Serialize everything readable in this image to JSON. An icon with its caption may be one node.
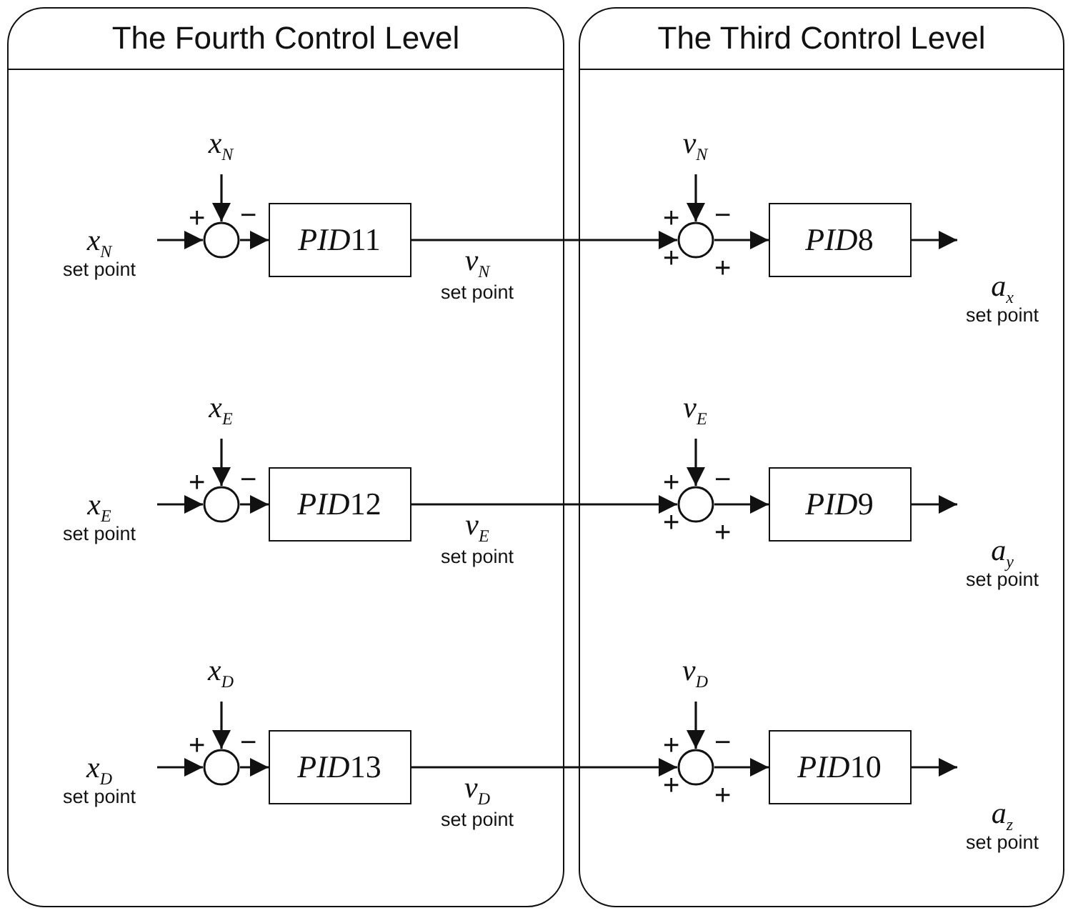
{
  "diagram": {
    "nodes": [
      {
        "text": [
          "The Fourth Control Level"
        ]
      },
      {
        "text": [
          "The Third Control Level"
        ]
      },
      {
        "text": [
          "x$_{N}$",
          "set point"
        ],
        "in": 0
      },
      {
        "text": [
          "x$_{N}$"
        ],
        "in": 0
      },
      {
        "text": [],
        "shape": "circle",
        "in": 0,
        "beside": [
          "+",
          "−"
        ]
      },
      {
        "text": [
          "PID11"
        ],
        "in": 0
      },
      {
        "text": [
          "v$_{N}$"
        ],
        "in": 1
      },
      {
        "text": [],
        "shape": "circle",
        "in": 1,
        "beside": [
          "+",
          "−",
          "+",
          "+"
        ]
      },
      {
        "text": [
          "PID8"
        ],
        "in": 1
      },
      {
        "text": [
          "a$_{x}$",
          "set point"
        ],
        "in": 1
      },
      {
        "text": [
          "x$_{E}$",
          "set point"
        ],
        "in": 0
      },
      {
        "text": [
          "x$_{E}$"
        ],
        "in": 0
      },
      {
        "text": [],
        "shape": "circle",
        "in": 0,
        "beside": [
          "+",
          "−"
        ]
      },
      {
        "text": [
          "PID12"
        ],
        "in": 0
      },
      {
        "text": [
          "v$_{E}$"
        ],
        "in": 1
      },
      {
        "text": [],
        "shape": "circle",
        "in": 1,
        "beside": [
          "+",
          "−",
          "+",
          "+"
        ]
      },
      {
        "text": [
          "PID9"
        ],
        "in": 1
      },
      {
        "text": [
          "a$_{y}$",
          "set point"
        ],
        "in": 1
      },
      {
        "text": [
          "x$_{D}$",
          "set point"
        ],
        "in": 0
      },
      {
        "text": [
          "x$_{D}$"
        ],
        "in": 0
      },
      {
        "text": [],
        "shape": "circle",
        "in": 0,
        "beside": [
          "+",
          "−"
        ]
      },
      {
        "text": [
          "PID13"
        ],
        "in": 0
      },
      {
        "text": [
          "v$_{D}$"
        ],
        "in": 1
      },
      {
        "text": [],
        "shape": "circle",
        "in": 1,
        "beside": [
          "+",
          "−",
          "+",
          "+"
        ]
      },
      {
        "text": [
          "PID10"
        ],
        "in": 1
      },
      {
        "text": [
          "a$_{z}$",
          "set point"
        ],
        "in": 1
      }
    ],
    "edges": [
      {
        "from": 2,
        "to": 4,
        "arrow": "to"
      },
      {
        "from": 3,
        "to": 4,
        "arrow": "to"
      },
      {
        "from": 4,
        "to": 5,
        "arrow": "to"
      },
      {
        "from": 5,
        "to": 7,
        "arrow": "to",
        "label": "v$_{N}$ set point"
      },
      {
        "from": 6,
        "to": 7,
        "arrow": "to"
      },
      {
        "from": 7,
        "to": 8,
        "arrow": "to"
      },
      {
        "from": 8,
        "to": 9,
        "arrow": "to"
      },
      {
        "from": 10,
        "to": 12,
        "arrow": "to"
      },
      {
        "from": 11,
        "to": 12,
        "arrow": "to"
      },
      {
        "from": 12,
        "to": 13,
        "arrow": "to"
      },
      {
        "from": 13,
        "to": 15,
        "arrow": "to",
        "label": "v$_{E}$ set point"
      },
      {
        "from": 14,
        "to": 15,
        "arrow": "to"
      },
      {
        "from": 15,
        "to": 16,
        "arrow": "to"
      },
      {
        "from": 16,
        "to": 17,
        "arrow": "to"
      },
      {
        "from": 18,
        "to": 20,
        "arrow": "to"
      },
      {
        "from": 19,
        "to": 20,
        "arrow": "to"
      },
      {
        "from": 20,
        "to": 21,
        "arrow": "to"
      },
      {
        "from": 21,
        "to": 23,
        "arrow": "to",
        "label": "v$_{D}$ set point"
      },
      {
        "from": 22,
        "to": 23,
        "arrow": "to"
      },
      {
        "from": 23,
        "to": 24,
        "arrow": "to"
      },
      {
        "from": 24,
        "to": 25,
        "arrow": "to"
      }
    ]
  }
}
